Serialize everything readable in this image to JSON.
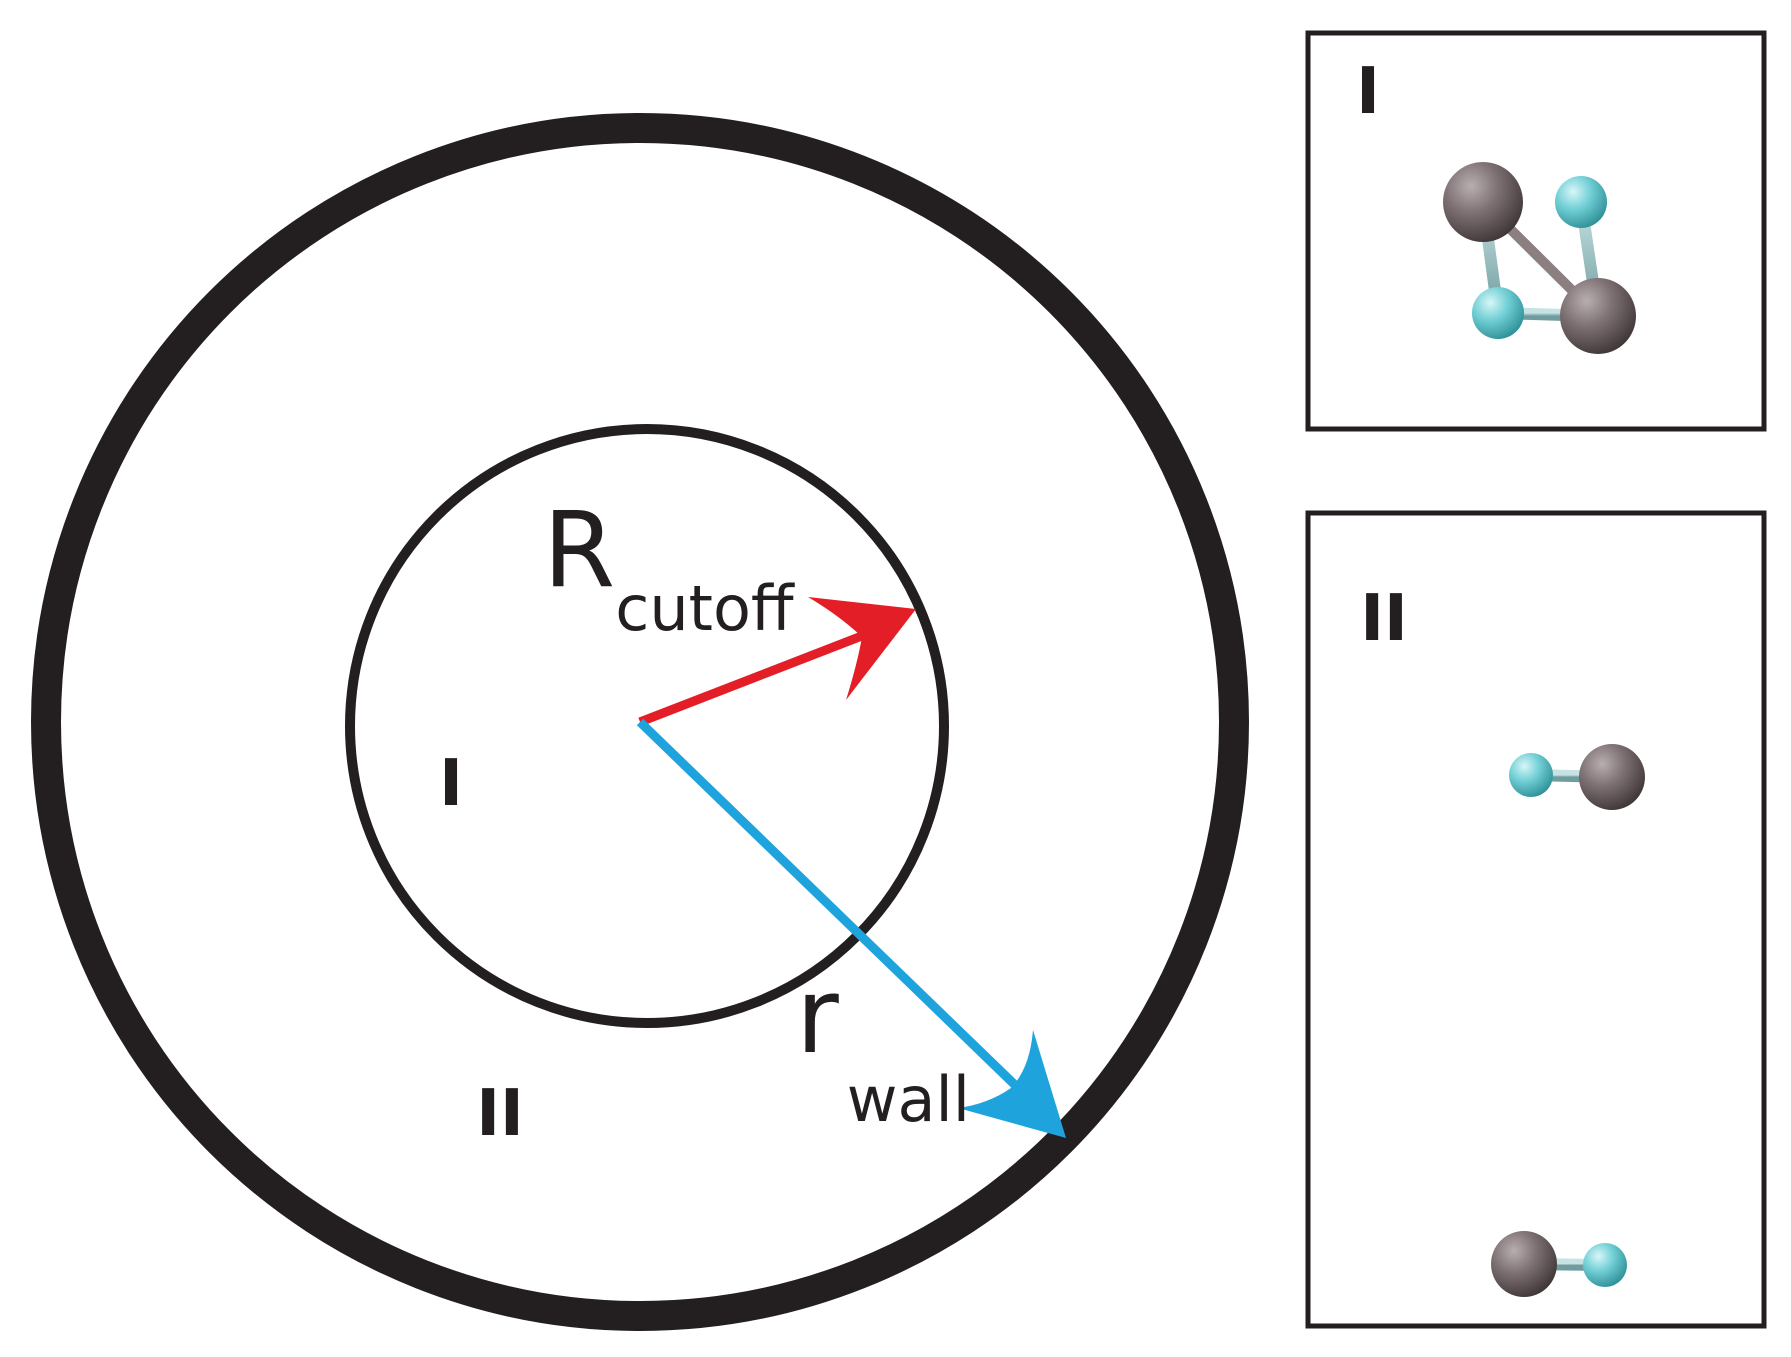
{
  "diagram": {
    "radius_cutoff": {
      "symbol": "R",
      "subscript": "cutoff"
    },
    "radius_wall": {
      "symbol": "r",
      "subscript": "wall"
    },
    "region_labels": {
      "inner": "I",
      "outer": "II"
    }
  },
  "panels": [
    {
      "label": "I"
    },
    {
      "label": "II"
    }
  ],
  "colors": {
    "ink": "#231f20",
    "cutoff_arrow": "#e41e26",
    "wall_arrow": "#1fa3dc",
    "heavy_atom": "#7a6d6f",
    "light_atom": "#6fd0d6",
    "bond": "#8fb9bb"
  }
}
